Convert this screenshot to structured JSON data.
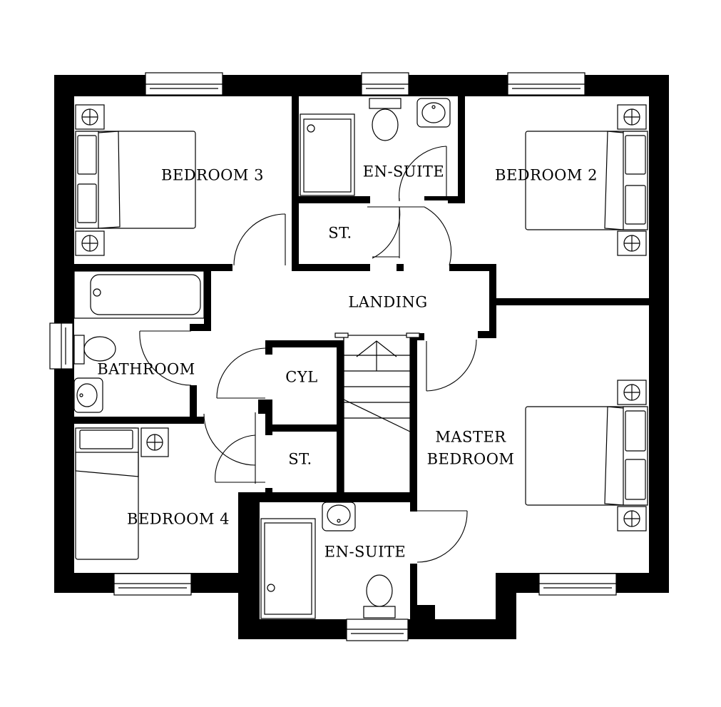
{
  "rooms": {
    "bedroom_3": "BEDROOM 3",
    "en_suite_top": "EN-SUITE",
    "bedroom_2": "BEDROOM 2",
    "store_top": "ST.",
    "landing": "LANDING",
    "bathroom": "BATHROOM",
    "cylinder": "CYL",
    "store_middle": "ST.",
    "master_line1": "MASTER",
    "master_line2": "BEDROOM",
    "bedroom_4": "BEDROOM 4",
    "en_suite_bottom": "EN-SUITE"
  }
}
